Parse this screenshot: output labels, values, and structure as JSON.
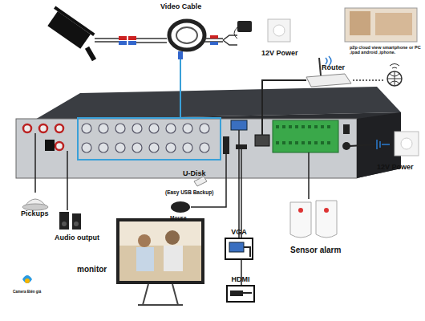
{
  "diagram": {
    "nodes": [
      {
        "text": [
          "VGA"
        ]
      },
      {
        "text": [
          "HDMI"
        ]
      }
    ],
    "labels": [
      "Video Cable",
      "12V Power",
      "p2p cloud view smartphone or PC ,ipad android ,iphone.",
      "Router",
      "12V Power",
      "U-Disk",
      "(Easy USB Backup)",
      "Mouse",
      "Sensor alarm",
      "Pickups",
      "Audio output",
      "monitor",
      "Camera Biên giá"
    ]
  }
}
